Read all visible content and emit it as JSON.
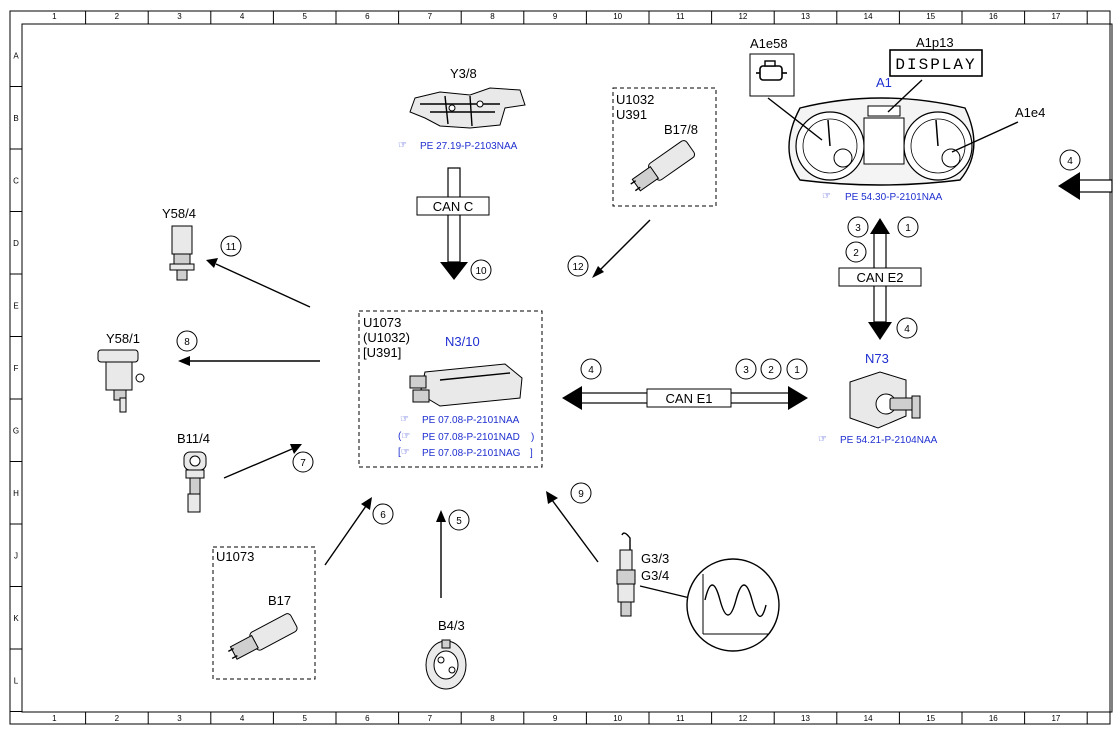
{
  "grid": {
    "columns": [
      "1",
      "2",
      "3",
      "4",
      "5",
      "6",
      "7",
      "8",
      "9",
      "10",
      "11",
      "12",
      "13",
      "14",
      "15",
      "16",
      "17"
    ],
    "rows": [
      "A",
      "B",
      "C",
      "D",
      "E",
      "F",
      "G",
      "H",
      "J",
      "K",
      "L"
    ]
  },
  "components": {
    "y3_8": "Y3/8",
    "y58_4": "Y58/4",
    "y58_1": "Y58/1",
    "b11_4": "B11/4",
    "b4_3": "B4/3",
    "b17": "B17",
    "b17_8": "B17/8",
    "g3": [
      "G3/3",
      "G3/4"
    ],
    "n3_10": "N3/10",
    "n73": "N73",
    "a1": "A1",
    "a1e58": "A1e58",
    "a1p13": "A1p13",
    "a1e4": "A1e4",
    "display_text": "DISPLAY"
  },
  "variants": {
    "ecu": [
      "U1073",
      "(U1032)",
      "[U391]"
    ],
    "b17_8_box": [
      "U1032",
      "U391"
    ],
    "b17_box": "U1073"
  },
  "references": {
    "y3_8": "PE 27.19-P-2103NAA",
    "a1": "PE 54.30-P-2101NAA",
    "n73": "PE 54.21-P-2104NAA",
    "n3_10": [
      "PE 07.08-P-2101NAA",
      "PE 07.08-P-2101NAD",
      "PE 07.08-P-2101NAG"
    ]
  },
  "buses": {
    "can_c": "CAN C",
    "can_e1": "CAN E1",
    "can_e2": "CAN E2"
  },
  "signals": {
    "s1": "1",
    "s2": "2",
    "s3": "3",
    "s4": "4",
    "s5": "5",
    "s6": "6",
    "s7": "7",
    "s8": "8",
    "s9": "9",
    "s10": "10",
    "s11": "11",
    "s12": "12"
  },
  "colors": {
    "link": "#1f2fd0",
    "line": "#000000"
  }
}
